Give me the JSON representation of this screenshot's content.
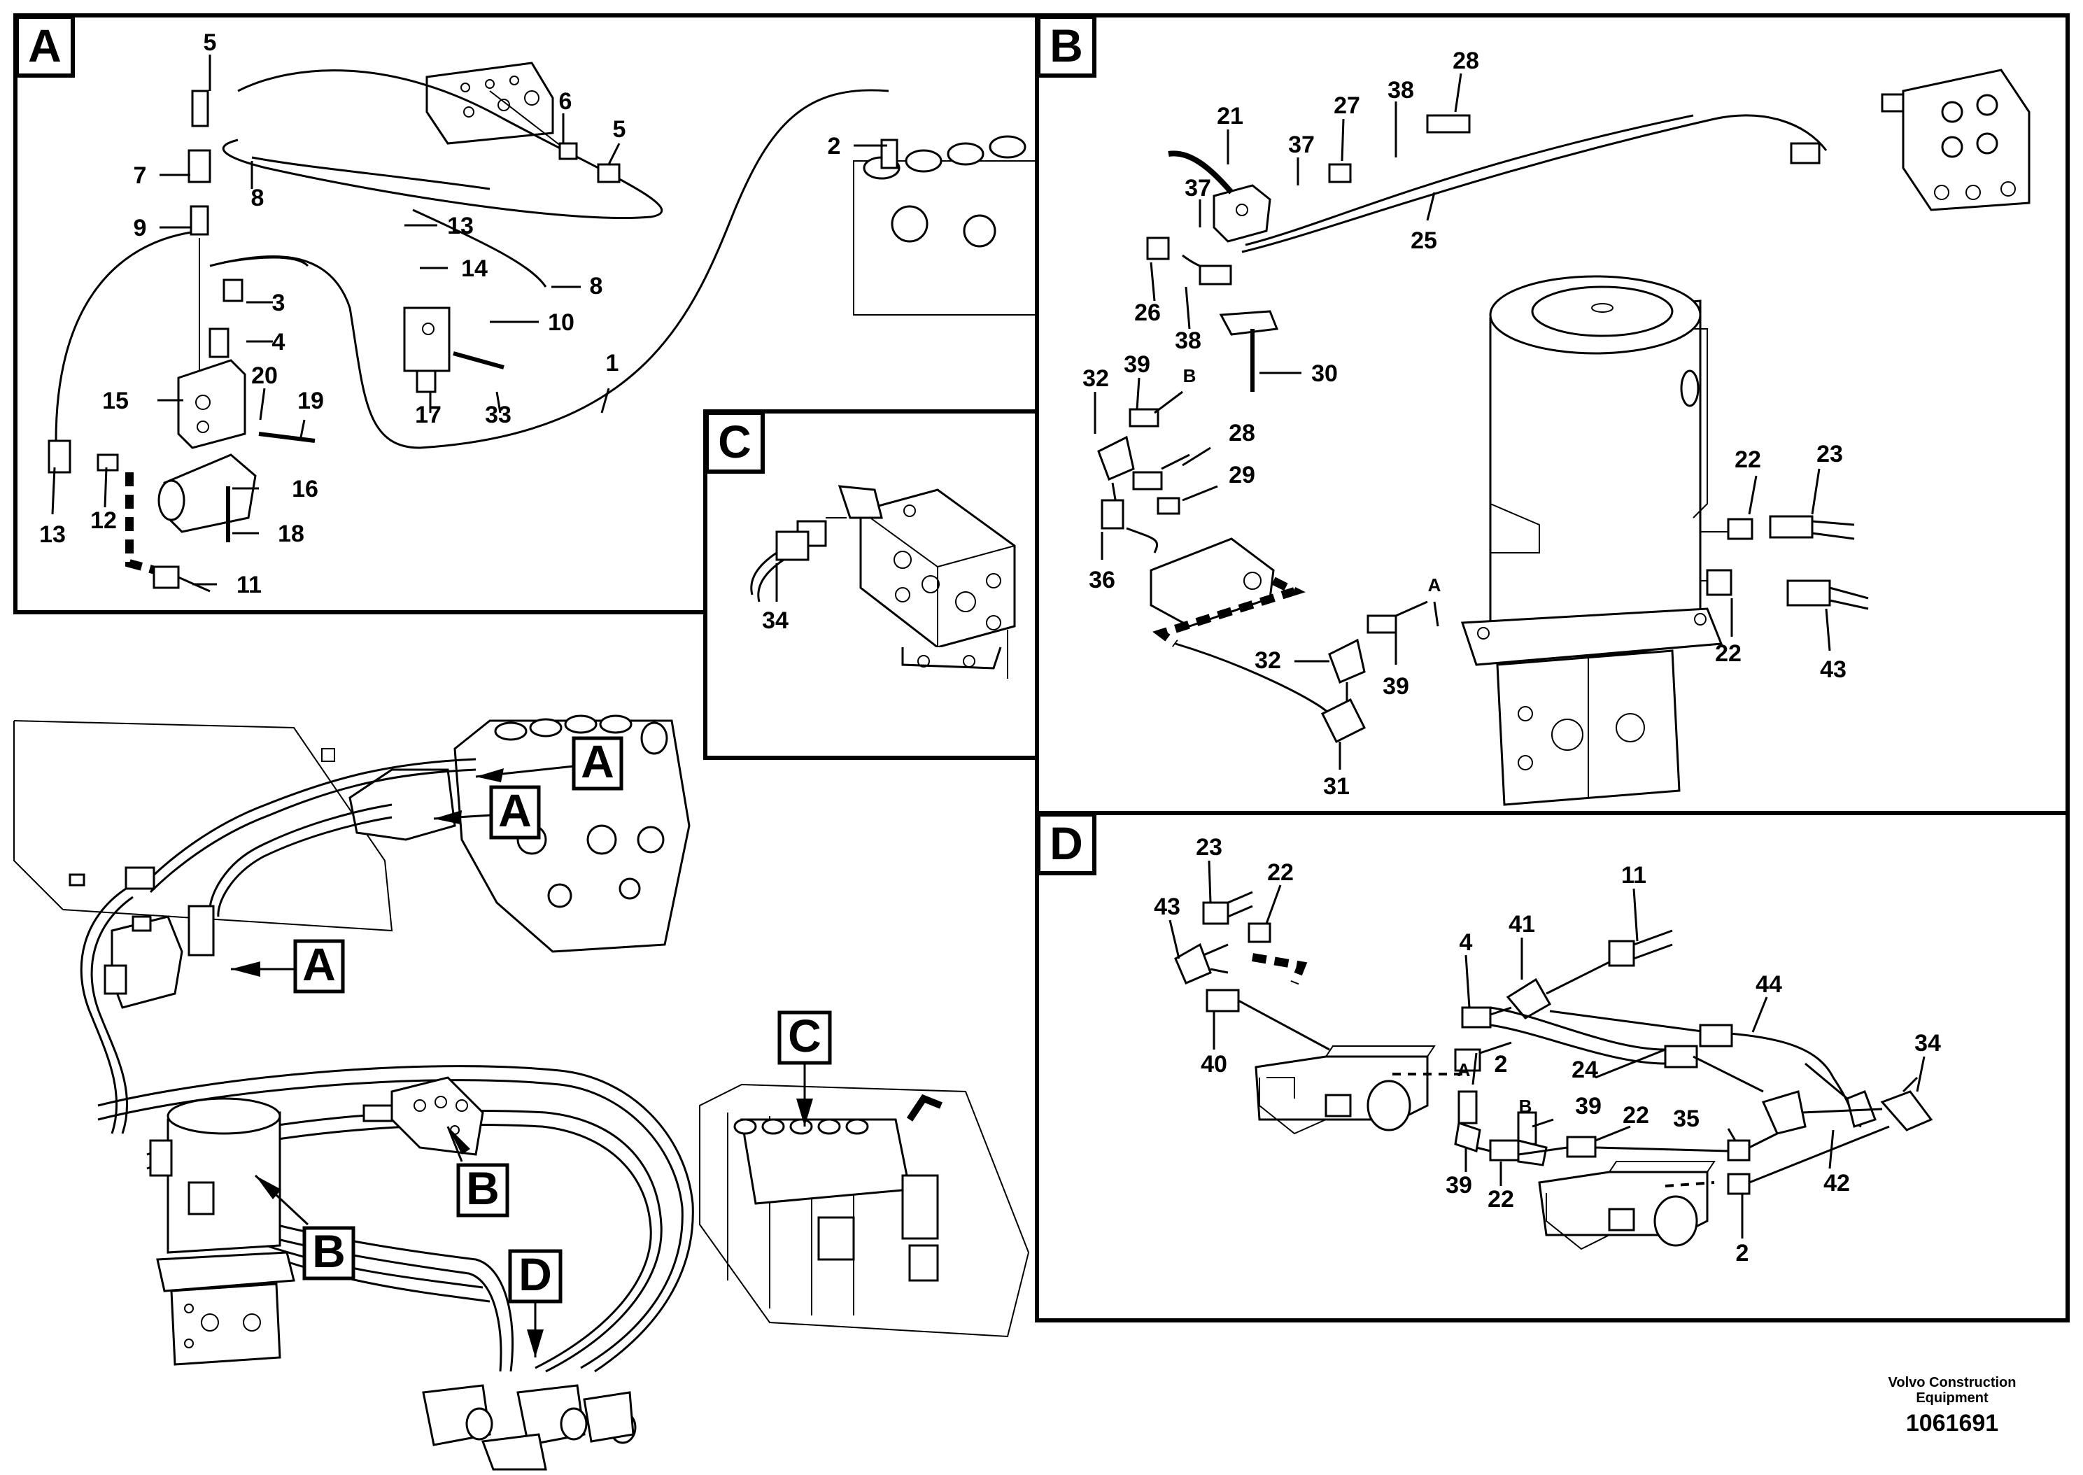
{
  "panels": {
    "A": {
      "label": "A",
      "callouts": [
        "5",
        "6",
        "5",
        "2",
        "7",
        "8",
        "9",
        "13",
        "14",
        "8",
        "3",
        "10",
        "4",
        "1",
        "15",
        "20",
        "19",
        "17",
        "33",
        "16",
        "13",
        "12",
        "18",
        "11"
      ]
    },
    "B": {
      "label": "B",
      "callouts": [
        "28",
        "21",
        "27",
        "38",
        "37",
        "37",
        "25",
        "26",
        "38",
        "30",
        "32",
        "39",
        "B",
        "28",
        "29",
        "36",
        "22",
        "23",
        "A",
        "32",
        "39",
        "22",
        "43",
        "31"
      ]
    },
    "C": {
      "label": "C",
      "callouts": [
        "34"
      ]
    },
    "D": {
      "label": "D",
      "callouts": [
        "23",
        "22",
        "11",
        "43",
        "41",
        "4",
        "44",
        "24",
        "40",
        "A",
        "2",
        "B",
        "39",
        "22",
        "34",
        "35",
        "39",
        "22",
        "42",
        "2"
      ]
    }
  },
  "overview": {
    "markers": [
      "A",
      "A",
      "A",
      "B",
      "B",
      "C",
      "D"
    ]
  },
  "credit": {
    "line1": "Volvo Construction",
    "line2": "Equipment",
    "id": "1061691"
  }
}
